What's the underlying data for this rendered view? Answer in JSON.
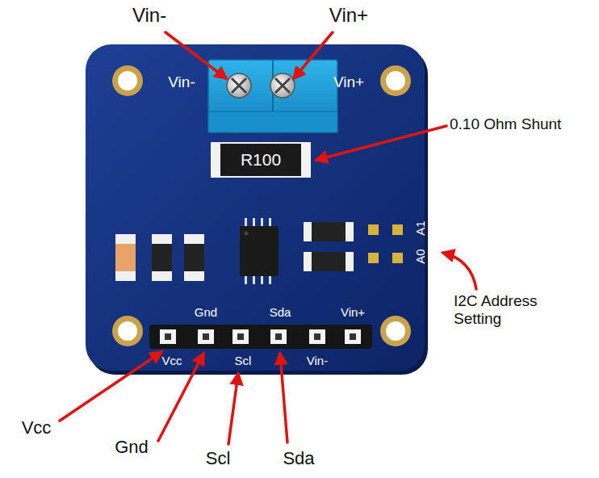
{
  "diagram": {
    "nodes": [
      {
        "text": [
          "R100"
        ]
      }
    ],
    "labels": [
      "Vin-",
      "Vin+",
      "Vin-",
      "Vin+",
      "0.10 Ohm Shunt",
      "A1",
      "A0",
      "I2C Address Setting",
      "Gnd",
      "Sda",
      "Vin+",
      "Vcc",
      "Scl",
      "Vin-",
      "Vcc",
      "Gnd",
      "Scl",
      "Sda"
    ]
  }
}
